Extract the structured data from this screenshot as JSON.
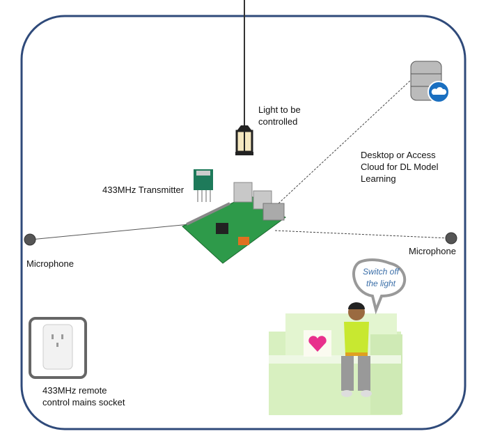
{
  "labels": {
    "light": [
      "Light  to be",
      "controlled"
    ],
    "cloud": [
      "Desktop or Access",
      "Cloud for DL Model",
      "Learning"
    ],
    "transmitter": "433MHz  Transmitter",
    "mic_left": "Microphone",
    "mic_right": "Microphone",
    "socket": [
      "433MHz  remote",
      "control mains socket"
    ],
    "speech": [
      "Switch off",
      "the light"
    ]
  },
  "colors": {
    "frame": "#2f4a7a",
    "board": "#2e9a4a",
    "sofa": "#d8f0c0",
    "shirt": "#c8e830",
    "heart": "#e8308c"
  },
  "icons": [
    "lamp-icon",
    "server-cloud-icon",
    "raspberry-pi-board",
    "rf-transmitter-module",
    "microphone-icon",
    "smart-socket-icon",
    "person-avatar",
    "sofa",
    "speech-bubble"
  ]
}
